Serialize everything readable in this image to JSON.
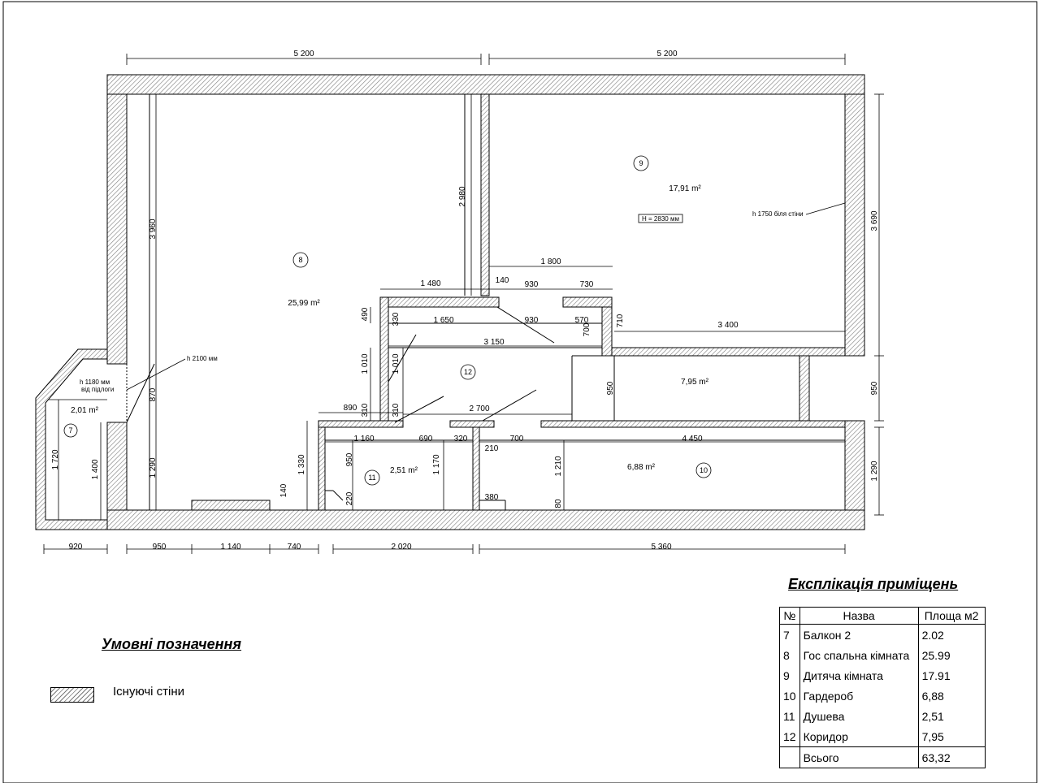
{
  "dimensions": {
    "top_left": "5 200",
    "top_right": "5 200",
    "room9_right": "3 690",
    "right_950": "950",
    "right_1290": "1 290",
    "left_3960": "3 960",
    "left_870": "870",
    "left_1290": "1 290",
    "left_1720": "1 720",
    "left_1400": "1 400",
    "room8_2980": "2 980",
    "d_1480": "1 480",
    "d_140a": "140",
    "d_930a": "930",
    "d_730": "730",
    "d_1800": "1 800",
    "d_490": "490",
    "d_330": "330",
    "d_1650": "1 650",
    "d_930b": "930",
    "d_570": "570",
    "d_710": "710",
    "d_700a": "700",
    "d_3400": "3 400",
    "d_3150": "3 150",
    "d_1010a": "1 010",
    "d_1010b": "1 010",
    "d_950b": "950",
    "d_890": "890",
    "d_310a": "310",
    "d_310b": "310",
    "d_2700": "2 700",
    "d_1160": "1 160",
    "d_690": "690",
    "d_320": "320",
    "d_210": "210",
    "d_700b": "700",
    "d_4450": "4 450",
    "d_950c": "950",
    "d_220": "220",
    "d_1170": "1 170",
    "d_1330": "1 330",
    "d_140b": "140",
    "d_380": "380",
    "d_1210": "1 210",
    "d_80": "80",
    "bottom_920": "920",
    "bottom_950": "950",
    "bottom_1140": "1 140",
    "bottom_740": "740",
    "bottom_2020": "2 020",
    "bottom_5360": "5 360"
  },
  "rooms": [
    {
      "no": "7",
      "area": "2,01 m²"
    },
    {
      "no": "8",
      "area": "25,99 m²"
    },
    {
      "no": "9",
      "area": "17,91 m²"
    },
    {
      "no": "10",
      "area": "6,88 m²"
    },
    {
      "no": "11",
      "area": "2,51 m²"
    },
    {
      "no": "12",
      "area": "7,95 m²"
    }
  ],
  "notes": {
    "balcony_h_line1": "h 1180  мм",
    "balcony_h_line2": "від підлоги",
    "h2100": "h 2100 мм",
    "h1750": "h 1750 біля стіни",
    "H2830": "H = 2830 мм"
  },
  "legend": {
    "title": "Умовні позначення",
    "existing_walls": "Існуючі стіни"
  },
  "explication": {
    "title": "Експлікація приміщень",
    "headers": {
      "no": "№",
      "name": "Назва",
      "area": "Площа м2"
    },
    "rows": [
      {
        "no": "7",
        "name": "Балкон 2",
        "area": "2.02"
      },
      {
        "no": "8",
        "name": "Гос спальна кімната",
        "area": "25.99"
      },
      {
        "no": "9",
        "name": "Дитяча кімната",
        "area": "17.91"
      },
      {
        "no": "10",
        "name": " Гардероб",
        "area": "6,88"
      },
      {
        "no": "11",
        "name": " Душева",
        "area": "2,51"
      },
      {
        "no": "12",
        "name": " Коридор",
        "area": "7,95"
      }
    ],
    "total": {
      "name": " Всього",
      "area": "63,32"
    }
  },
  "colors": {
    "wall_hatch": "#7a7a7a",
    "line": "#000000"
  }
}
